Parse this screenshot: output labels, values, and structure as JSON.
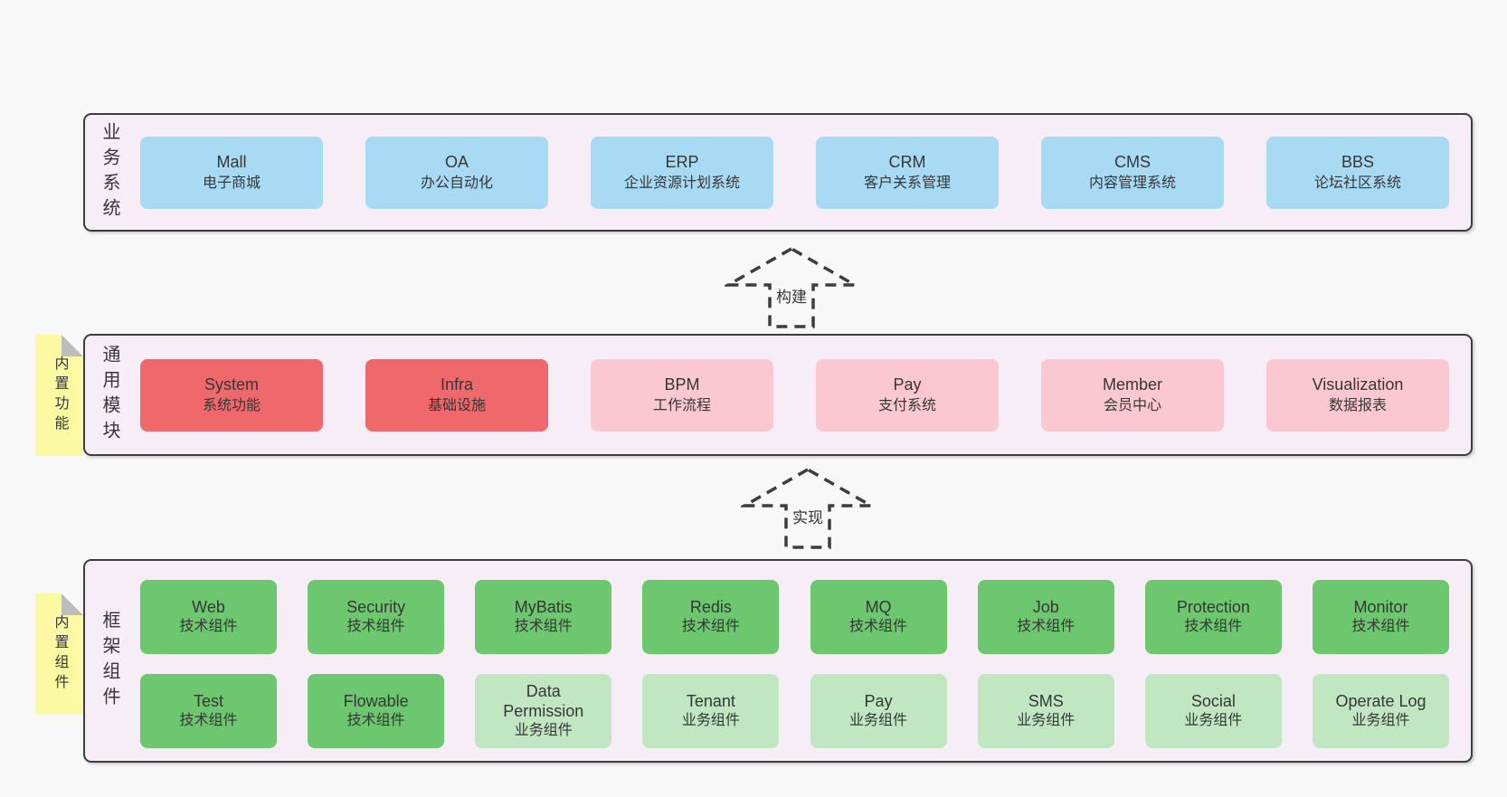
{
  "palette": {
    "page_background": "#f8f8f8",
    "band_background": "#f7edf6",
    "band_border": "#3d3d3d",
    "business_box_blue": "#a8daf4",
    "core_module_red": "#ef686c",
    "module_pink": "#fbc8d2",
    "tech_component_green": "#6cc76e",
    "biz_component_light_green": "#c0e7c1",
    "sticky_note_yellow": "#fbfaa3",
    "note_fold_gray": "#bdbdbd",
    "text": "#363636"
  },
  "arrows": [
    {
      "label": "构建"
    },
    {
      "label": "实现"
    }
  ],
  "bands": [
    {
      "label": "业务系统",
      "boxes": [
        {
          "name": "Mall",
          "desc": "电子商城",
          "variant": "blue"
        },
        {
          "name": "OA",
          "desc": "办公自动化",
          "variant": "blue"
        },
        {
          "name": "ERP",
          "desc": "企业资源计划系统",
          "variant": "blue"
        },
        {
          "name": "CRM",
          "desc": "客户关系管理",
          "variant": "blue"
        },
        {
          "name": "CMS",
          "desc": "内容管理系统",
          "variant": "blue"
        },
        {
          "name": "BBS",
          "desc": "论坛社区系统",
          "variant": "blue"
        }
      ]
    },
    {
      "label": "通用模块",
      "note": "内置功能",
      "boxes": [
        {
          "name": "System",
          "desc": "系统功能",
          "variant": "red"
        },
        {
          "name": "Infra",
          "desc": "基础设施",
          "variant": "red"
        },
        {
          "name": "BPM",
          "desc": "工作流程",
          "variant": "pink"
        },
        {
          "name": "Pay",
          "desc": "支付系统",
          "variant": "pink"
        },
        {
          "name": "Member",
          "desc": "会员中心",
          "variant": "pink"
        },
        {
          "name": "Visualization",
          "desc": "数据报表",
          "variant": "pink"
        }
      ]
    },
    {
      "label": "框架组件",
      "note": "内置组件",
      "rows": [
        [
          {
            "name": "Web",
            "desc": "技术组件",
            "variant": "green"
          },
          {
            "name": "Security",
            "desc": "技术组件",
            "variant": "green"
          },
          {
            "name": "MyBatis",
            "desc": "技术组件",
            "variant": "green"
          },
          {
            "name": "Redis",
            "desc": "技术组件",
            "variant": "green"
          },
          {
            "name": "MQ",
            "desc": "技术组件",
            "variant": "green"
          },
          {
            "name": "Job",
            "desc": "技术组件",
            "variant": "green"
          },
          {
            "name": "Protection",
            "desc": "技术组件",
            "variant": "green"
          },
          {
            "name": "Monitor",
            "desc": "技术组件",
            "variant": "green"
          }
        ],
        [
          {
            "name": "Test",
            "desc": "技术组件",
            "variant": "green"
          },
          {
            "name": "Flowable",
            "desc": "技术组件",
            "variant": "green"
          },
          {
            "name": "Data Permission",
            "desc": "业务组件",
            "variant": "lightgreen"
          },
          {
            "name": "Tenant",
            "desc": "业务组件",
            "variant": "lightgreen"
          },
          {
            "name": "Pay",
            "desc": "业务组件",
            "variant": "lightgreen"
          },
          {
            "name": "SMS",
            "desc": "业务组件",
            "variant": "lightgreen"
          },
          {
            "name": "Social",
            "desc": "业务组件",
            "variant": "lightgreen"
          },
          {
            "name": "Operate Log",
            "desc": "业务组件",
            "variant": "lightgreen"
          }
        ]
      ]
    }
  ]
}
